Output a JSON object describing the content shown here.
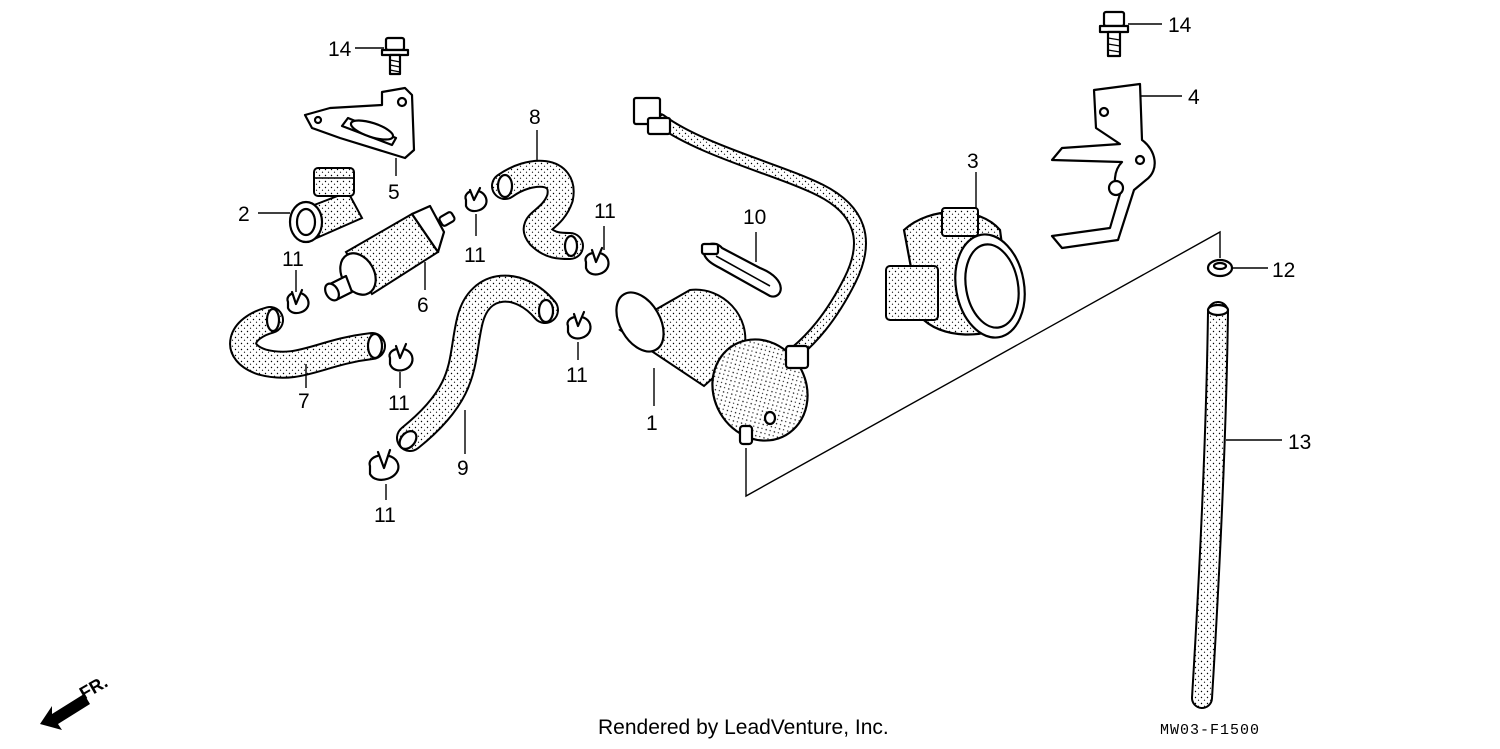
{
  "callouts": {
    "p1": "1",
    "p2": "2",
    "p3": "3",
    "p4": "4",
    "p5": "5",
    "p6": "6",
    "p7": "7",
    "p8": "8",
    "p9": "9",
    "p10": "10",
    "p11": "11",
    "p12": "12",
    "p13": "13",
    "p14": "14"
  },
  "footer": {
    "credit": "Rendered by LeadVenture, Inc.",
    "code": "MW03-F1500"
  },
  "direction": {
    "label": "FR."
  }
}
